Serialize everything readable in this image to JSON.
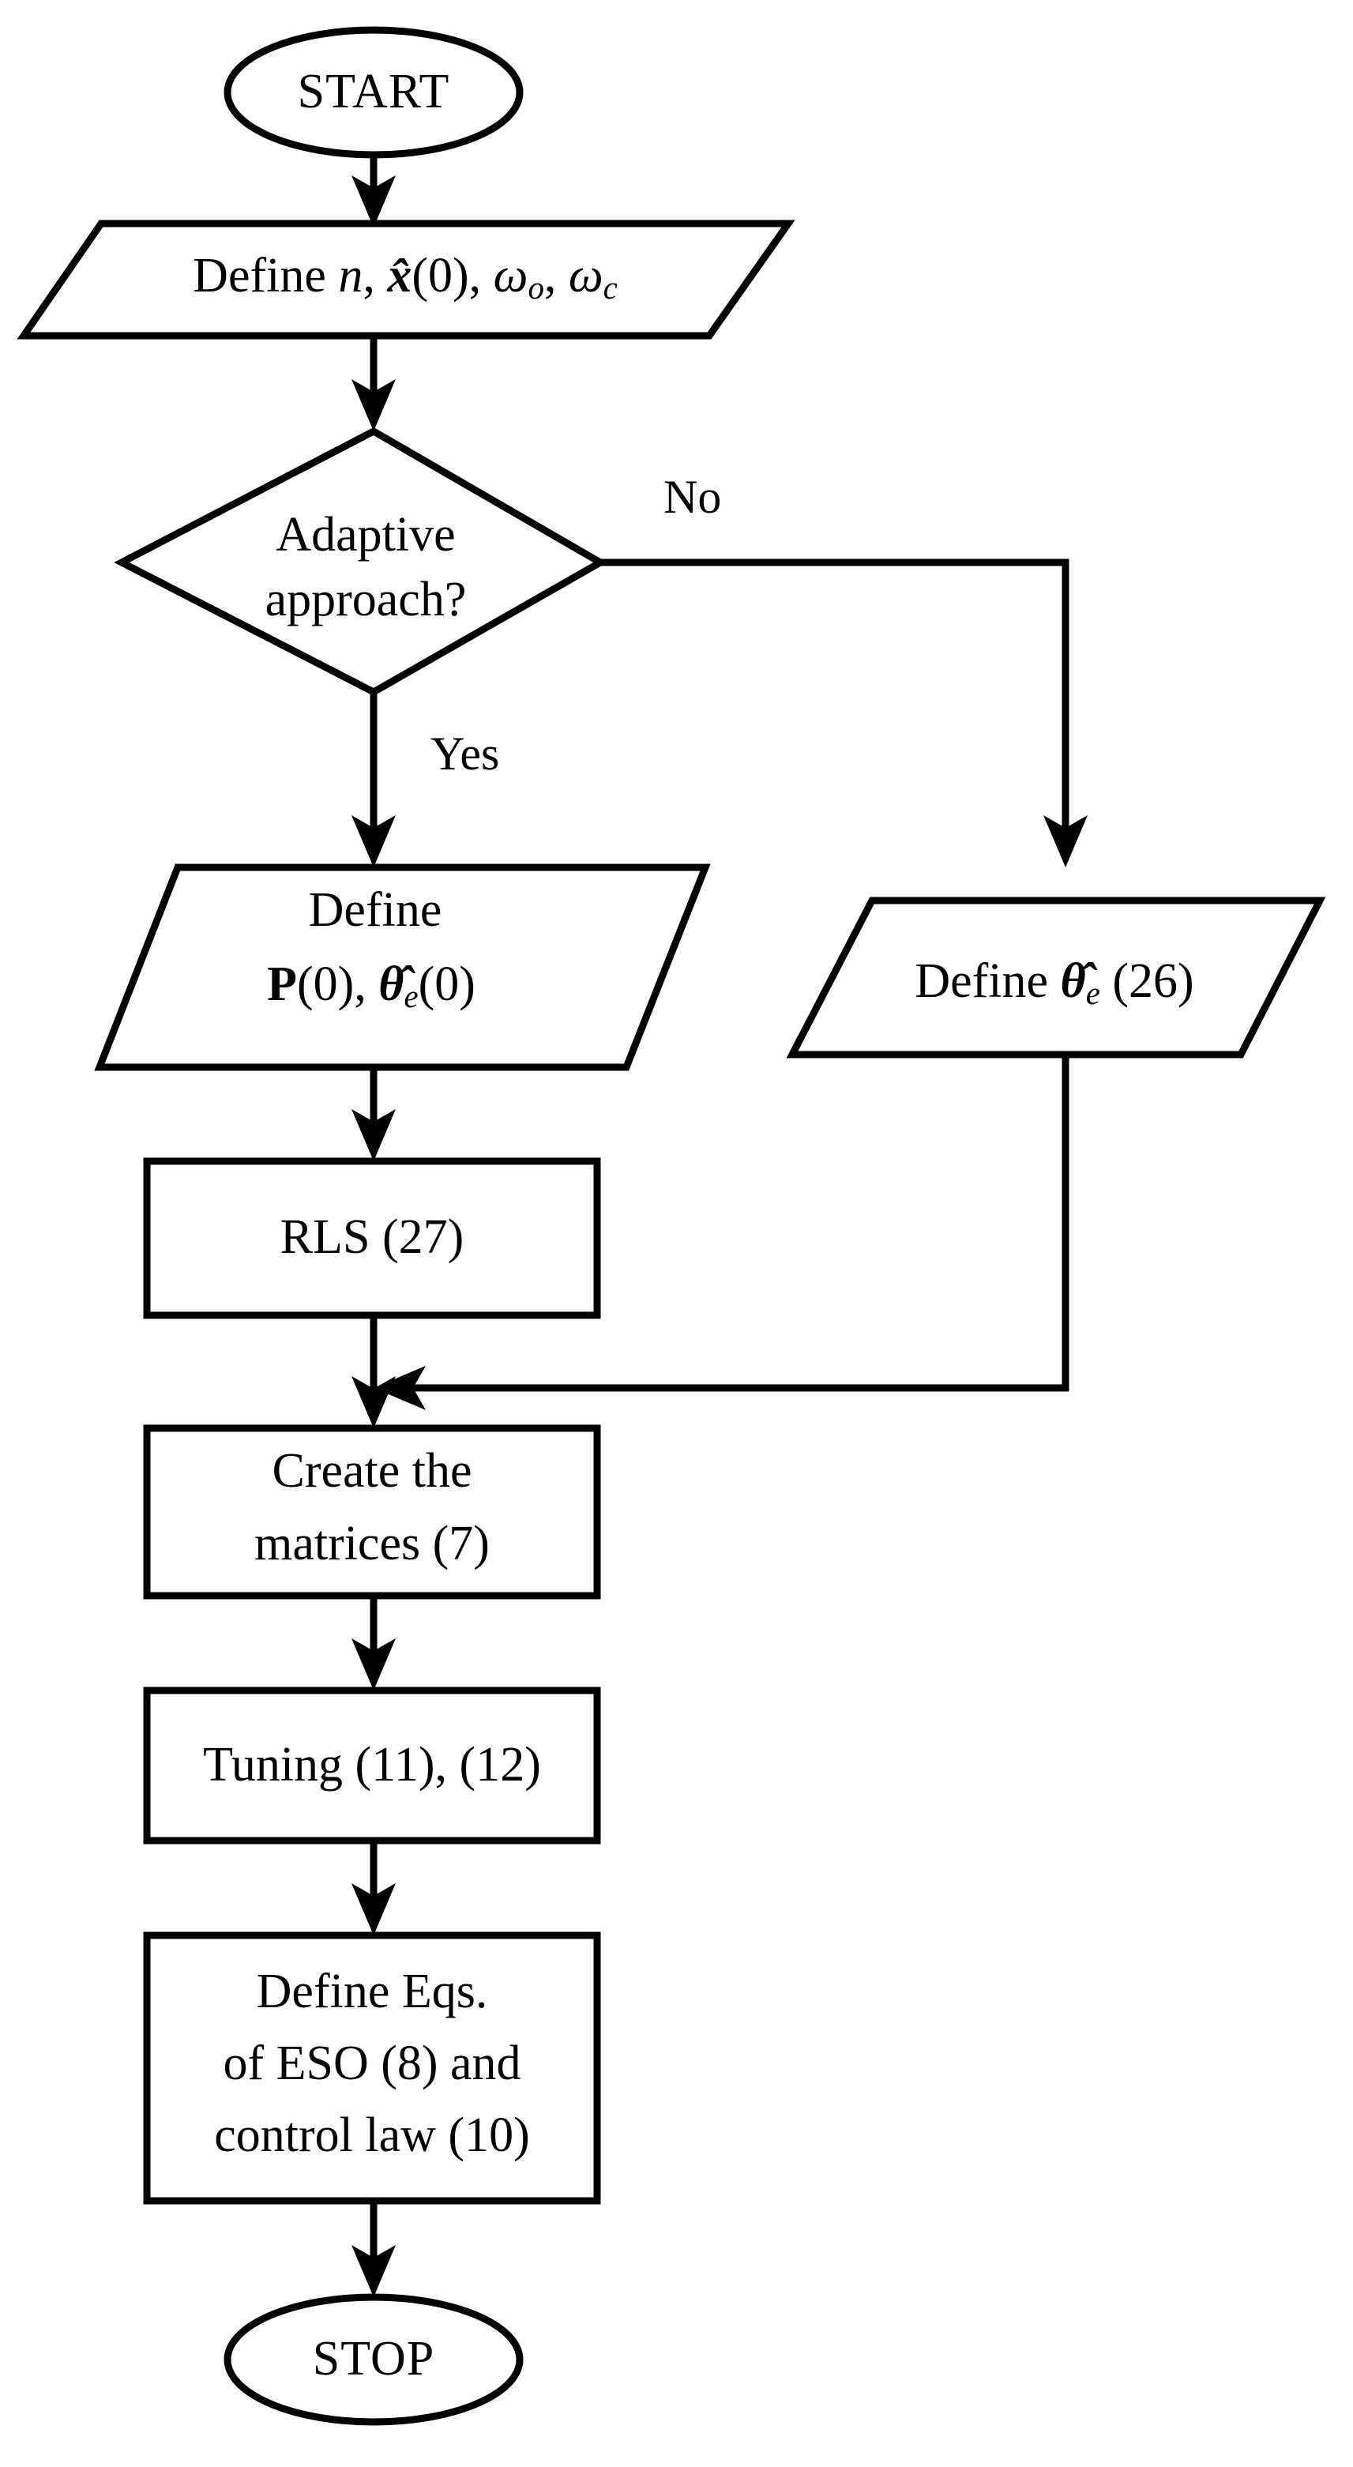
{
  "diagram": {
    "title": "ADRC design procedure flowchart",
    "type": "flowchart",
    "background_color": "#ffffff",
    "line_color": "#000000"
  },
  "nodes": {
    "start": {
      "shape": "ellipse",
      "label": "START"
    },
    "define_params": {
      "shape": "parallelogram",
      "label_plain": "Define n, x̂(0), ωo, ωc",
      "prefix": "Define ",
      "var_n": "n",
      "comma1": ", ",
      "var_xhat": "x̂",
      "arg_zero": "(0)",
      "comma2": ", ",
      "omega": "ω",
      "sub_o": "o",
      "comma3": ", ",
      "omega2": "ω",
      "sub_c": "c"
    },
    "decision": {
      "shape": "diamond",
      "line1": "Adaptive",
      "line2": "approach?"
    },
    "branch_yes": {
      "label": "Yes"
    },
    "branch_no": {
      "label": "No"
    },
    "define_p_theta": {
      "shape": "parallelogram",
      "label_plain": "Define P(0), θ̂e(0)",
      "line1": "Define",
      "line2_P": "P",
      "line2_arg1": "(0)",
      "line2_comma": ", ",
      "line2_theta": "θ̂",
      "line2_sub": "e",
      "line2_arg2": "(0)"
    },
    "define_theta_26": {
      "shape": "parallelogram",
      "label_plain": "Define θ̂e (26)",
      "prefix": "Define ",
      "theta": "θ̂",
      "sub": "e",
      "eq_ref": " (26)"
    },
    "rls": {
      "shape": "rectangle",
      "label": "RLS (27)"
    },
    "create_matrices": {
      "shape": "rectangle",
      "line1": "Create the",
      "line2": "matrices (7)"
    },
    "tuning": {
      "shape": "rectangle",
      "label": "Tuning (11), (12)"
    },
    "define_eqs": {
      "shape": "rectangle",
      "line1": "Define Eqs.",
      "line2": "of ESO (8) and",
      "line3": "control law (10)"
    },
    "stop": {
      "shape": "ellipse",
      "label": "STOP"
    }
  },
  "edges": [
    {
      "from": "start",
      "to": "define_params",
      "label": ""
    },
    {
      "from": "define_params",
      "to": "decision",
      "label": ""
    },
    {
      "from": "decision",
      "to": "define_p_theta",
      "label": "Yes"
    },
    {
      "from": "decision",
      "to": "define_theta_26",
      "label": "No"
    },
    {
      "from": "define_p_theta",
      "to": "rls",
      "label": ""
    },
    {
      "from": "rls",
      "to": "create_matrices",
      "label": ""
    },
    {
      "from": "define_theta_26",
      "to": "create_matrices",
      "label": ""
    },
    {
      "from": "create_matrices",
      "to": "tuning",
      "label": ""
    },
    {
      "from": "tuning",
      "to": "define_eqs",
      "label": ""
    },
    {
      "from": "define_eqs",
      "to": "stop",
      "label": ""
    }
  ]
}
